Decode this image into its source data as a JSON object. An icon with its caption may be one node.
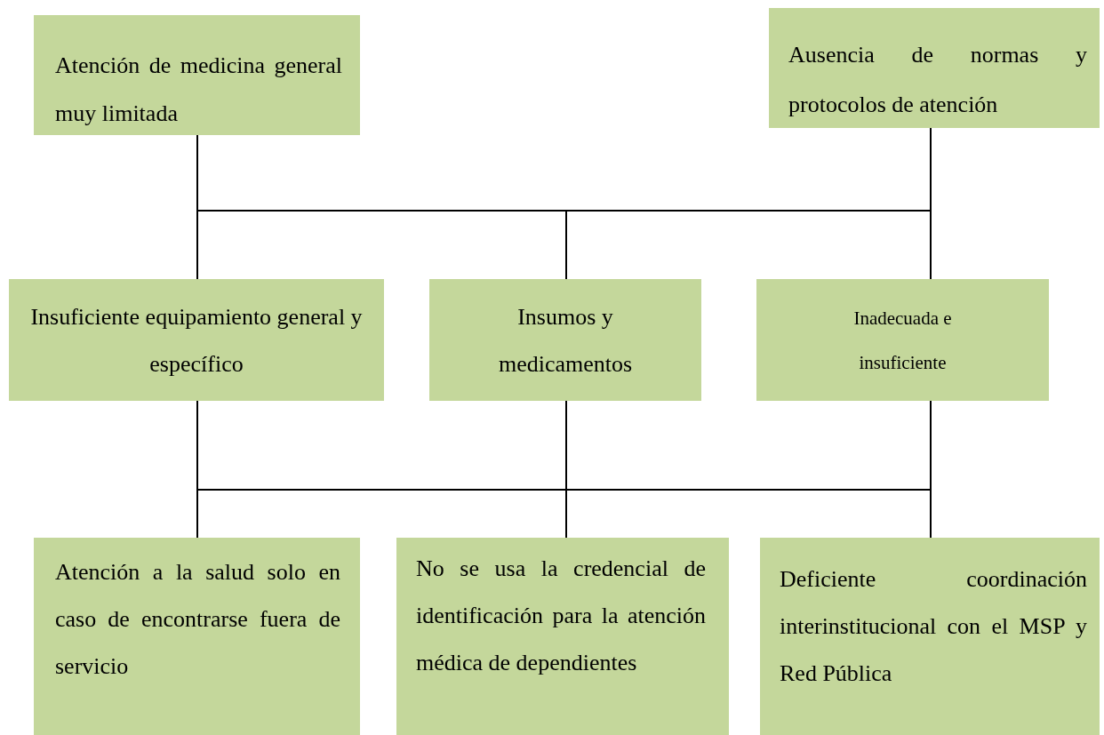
{
  "diagram": {
    "nodes": [
      {
        "text": [
          "Atención de medicina general muy limitada"
        ]
      },
      {
        "text": [
          "Ausencia de normas y protocolos de atención"
        ]
      },
      {
        "text": [
          "Insuficiente equipamiento general y específico"
        ]
      },
      {
        "text": [
          "Insumos y medicamentos"
        ]
      },
      {
        "text": [
          "Inadecuada e insuficiente"
        ]
      },
      {
        "text": [
          "Atención a la salud solo en caso de encontrarse fuera de servicio"
        ]
      },
      {
        "text": [
          "No se usa la credencial de identificación para la atención médica de dependientes"
        ]
      },
      {
        "text": [
          "Deficiente coordinación interinstitucional con el MSP y Red Pública"
        ]
      }
    ],
    "edges": [
      {
        "from": 0,
        "to": 2,
        "arrow": "none"
      },
      {
        "from": 0,
        "to": 3,
        "arrow": "none"
      },
      {
        "from": 0,
        "to": 4,
        "arrow": "none"
      },
      {
        "from": 1,
        "to": 2,
        "arrow": "none"
      },
      {
        "from": 1,
        "to": 3,
        "arrow": "none"
      },
      {
        "from": 1,
        "to": 4,
        "arrow": "none"
      },
      {
        "from": 2,
        "to": 5,
        "arrow": "none"
      },
      {
        "from": 2,
        "to": 6,
        "arrow": "none"
      },
      {
        "from": 2,
        "to": 7,
        "arrow": "none"
      },
      {
        "from": 3,
        "to": 5,
        "arrow": "none"
      },
      {
        "from": 3,
        "to": 6,
        "arrow": "none"
      },
      {
        "from": 3,
        "to": 7,
        "arrow": "none"
      },
      {
        "from": 4,
        "to": 5,
        "arrow": "none"
      },
      {
        "from": 4,
        "to": 6,
        "arrow": "none"
      },
      {
        "from": 4,
        "to": 7,
        "arrow": "none"
      }
    ]
  }
}
